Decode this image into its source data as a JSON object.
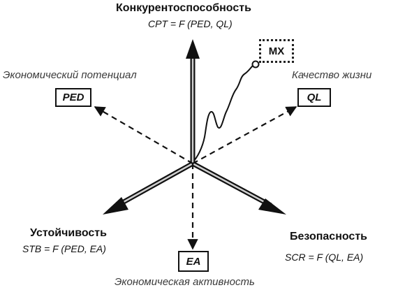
{
  "labels": {
    "top_title": "Конкурентоспособность",
    "top_formula": "CPT = F (PED, QL)",
    "left_axis": "Экономический потенциал",
    "right_axis": "Качество жизни",
    "lower_left_title": "Устойчивость",
    "lower_left_formula": "STB = F (PED, EA)",
    "lower_right_title": "Безопасность",
    "lower_right_formula": "SCR = F (QL, EA)",
    "bottom_axis": "Экономическая активность"
  },
  "boxes": {
    "ped": "PED",
    "ql": "QL",
    "ea": "EA",
    "mx": "MX"
  },
  "colors": {
    "line": "#111111",
    "axis_text": "#3a3a3a"
  }
}
